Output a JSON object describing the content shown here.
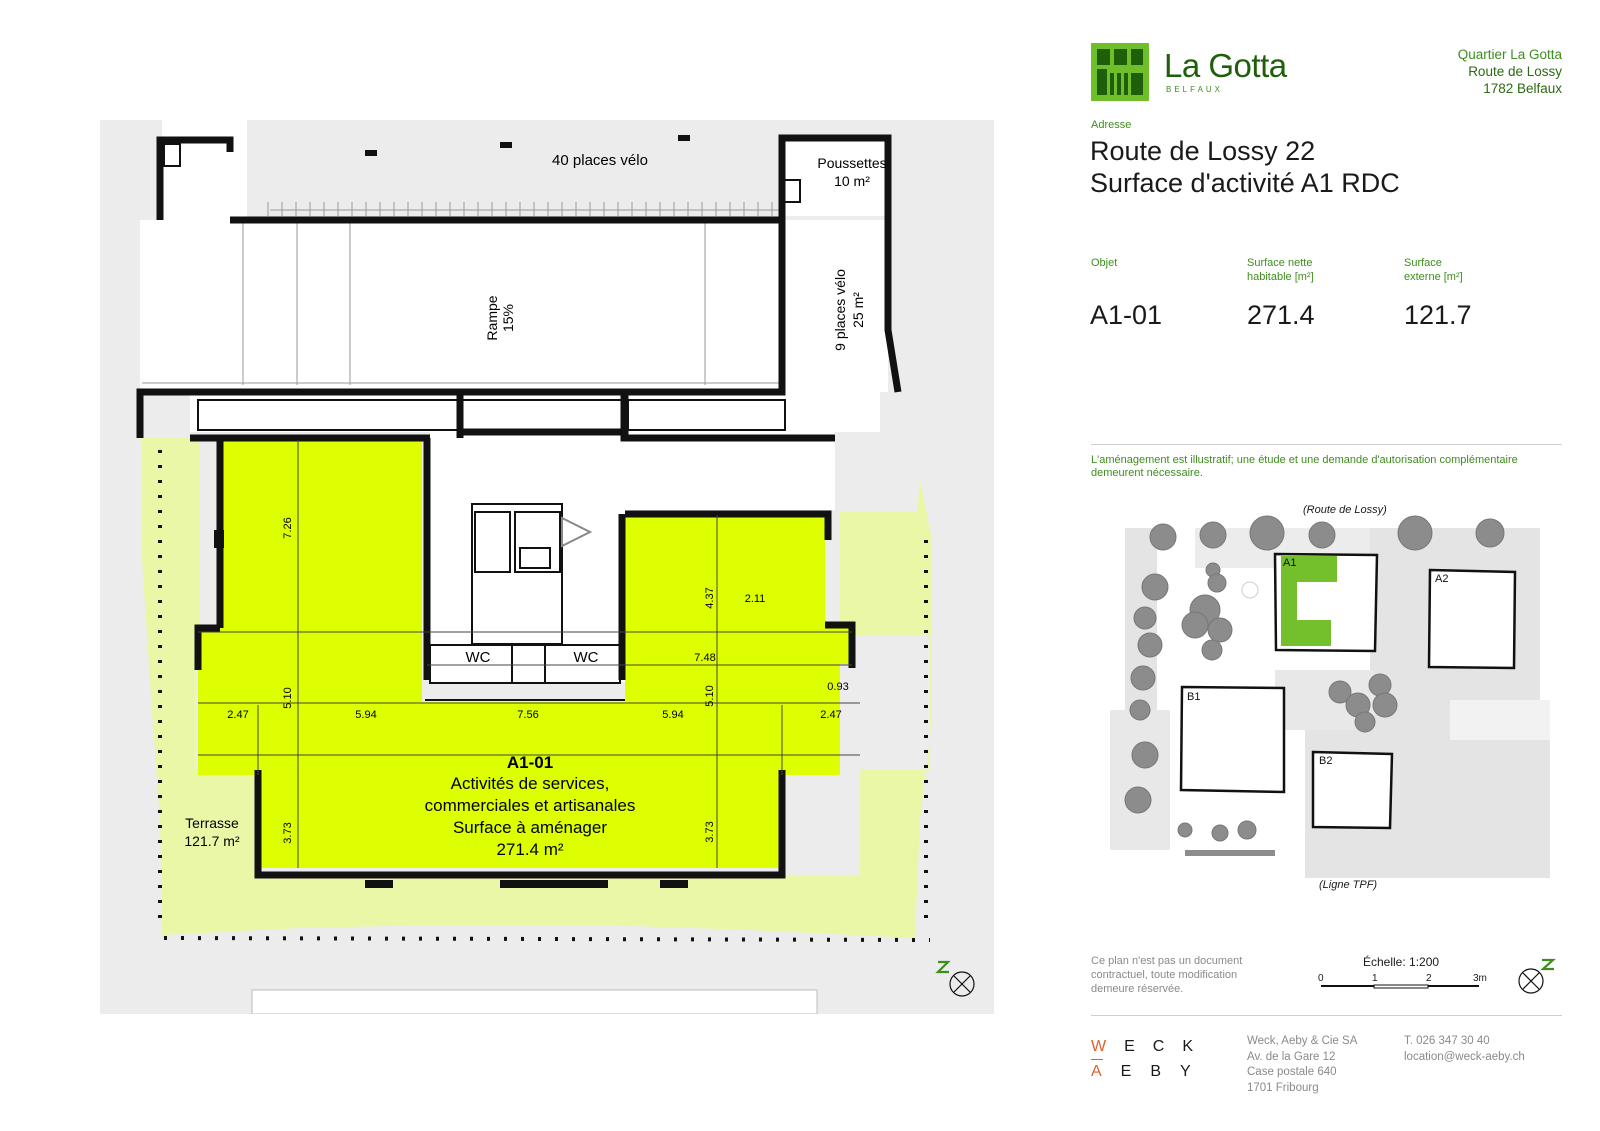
{
  "brand": {
    "name": "La Gotta",
    "sub": "BELFAUX",
    "colors": {
      "brand_green": "#6fbf2a",
      "brand_dark": "#1f5f0c",
      "area_highlight": "#ddff00",
      "terrace": "#e9f7a6"
    }
  },
  "quartier": {
    "name": "Quartier La Gotta",
    "street": "Route de Lossy",
    "city": "1782 Belfaux"
  },
  "address": {
    "label": "Adresse",
    "line1": "Route de Lossy 22",
    "line2": "Surface d'activité A1 RDC"
  },
  "stats": {
    "object_label": "Objet",
    "object_value": "A1-01",
    "net_label_1": "Surface nette",
    "net_label_2": "habitable [m²]",
    "net_value": "271.4",
    "ext_label_1": "Surface",
    "ext_label_2": "externe [m²]",
    "ext_value": "121.7"
  },
  "disclaimer": {
    "line1": "L'aménagement est illustratif; une étude et une demande d'autorisation complémentaire",
    "line2": "demeurent nécessaire."
  },
  "siteplan": {
    "road_top": "(Route de Lossy)",
    "road_bottom": "(Ligne TPF)",
    "buildings": [
      "A1",
      "A2",
      "B1",
      "B2"
    ]
  },
  "contract": {
    "line1": "Ce plan n'est pas un document",
    "line2": "contractuel, toute modification",
    "line3": "demeure réservée."
  },
  "scale": {
    "title": "Échelle: 1:200",
    "ticks": [
      "0",
      "1",
      "2",
      "3m"
    ]
  },
  "agency": {
    "logo_row1": [
      "W",
      "E",
      "C",
      "K"
    ],
    "logo_row2": [
      "A",
      "E",
      "B",
      "Y"
    ],
    "name": "Weck, Aeby & Cie SA",
    "street": "Av. de la Gare 12",
    "box": "Case postale 640",
    "city": "1701 Fribourg",
    "phone": "T. 026 347 30 40",
    "email": "location@weck-aeby.ch"
  },
  "plan": {
    "bike40": "40 places vélo",
    "poussettes": "Poussettes",
    "poussettes_area": "10 m²",
    "rampe": "Rampe",
    "rampe_pct": "15%",
    "bike9": "9 places vélo",
    "bike9_area": "25 m²",
    "wc": "WC",
    "unit_id": "A1-01",
    "unit_line1": "Activités de services,",
    "unit_line2": "commerciales et artisanales",
    "unit_line3": "Surface à aménager",
    "unit_area": "271.4 m²",
    "terrace": "Terrasse",
    "terrace_area": "121.7 m²",
    "dims": {
      "d726": "7.26",
      "d510a": "5.10",
      "d373a": "3.73",
      "d437": "4.37",
      "d211": "2.11",
      "d748": "7.48",
      "d093": "0.93",
      "d510b": "5.10",
      "d373b": "3.73",
      "d247a": "2.47",
      "d594a": "5.94",
      "d756": "7.56",
      "d594b": "5.94",
      "d247b": "2.47"
    }
  }
}
